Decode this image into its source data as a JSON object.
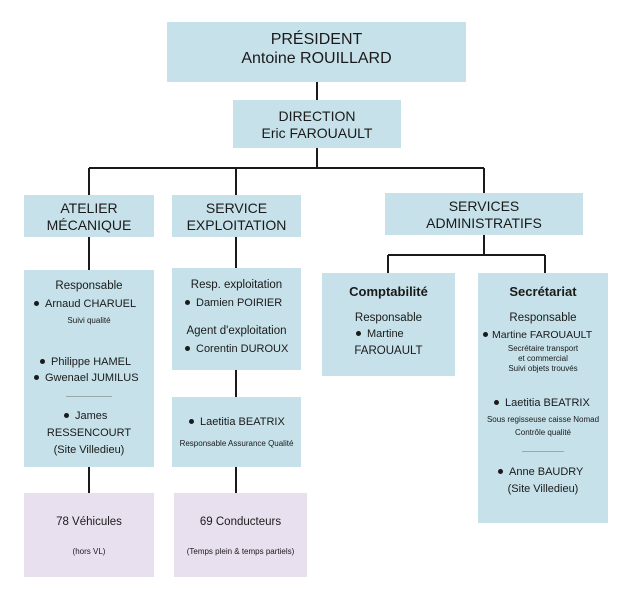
{
  "president": {
    "title": "PRÉSIDENT",
    "name": "Antoine ROUILLARD"
  },
  "direction": {
    "title": "DIRECTION",
    "name": "Eric FAROUAULT"
  },
  "atelier": {
    "title_1": "ATELIER",
    "title_2": "MÉCANIQUE",
    "responsable_label": "Responsable",
    "p1": "Arnaud CHARUEL",
    "p1_role": "Suivi qualité",
    "p2": "Philippe HAMEL",
    "p3": "Gwenael JUMILUS",
    "p4_first": "James",
    "p4_last": "RESSENCOURT",
    "p4_site": "(Site Villedieu)",
    "vehicules": "78  Véhicules",
    "vehicules_note": "(hors VL)"
  },
  "exploitation": {
    "title_1": "SERVICE",
    "title_2": "EXPLOITATION",
    "resp_label": "Resp. exploitation",
    "p1": "Damien POIRIER",
    "agent_label": "Agent d'exploitation",
    "p2": "Corentin DUROUX",
    "p3": "Laetitia BEATRIX",
    "p3_role": "Responsable Assurance Qualité",
    "conducteurs": "69  Conducteurs",
    "conducteurs_note": "(Temps plein & temps partiels)"
  },
  "administratifs": {
    "title_1": "SERVICES",
    "title_2": "ADMINISTRATIFS",
    "comptabilite": {
      "title": "Comptabilité",
      "resp_label": "Responsable",
      "name_1": "Martine",
      "name_2": "FAROUAULT"
    },
    "secretariat": {
      "title": "Secrétariat",
      "resp_label": "Responsable",
      "p1": "Martine FAROUAULT",
      "p1_role_1": "Secrétaire transport",
      "p1_role_2": "et commercial",
      "p1_role_3": "Suivi objets trouvés",
      "p2": "Laetitia BEATRIX",
      "p2_role_1": "Sous regisseuse caisse Nomad",
      "p2_role_2": "Contrôle qualité",
      "p3": "Anne BAUDRY",
      "p3_site": "(Site Villedieu)"
    }
  }
}
